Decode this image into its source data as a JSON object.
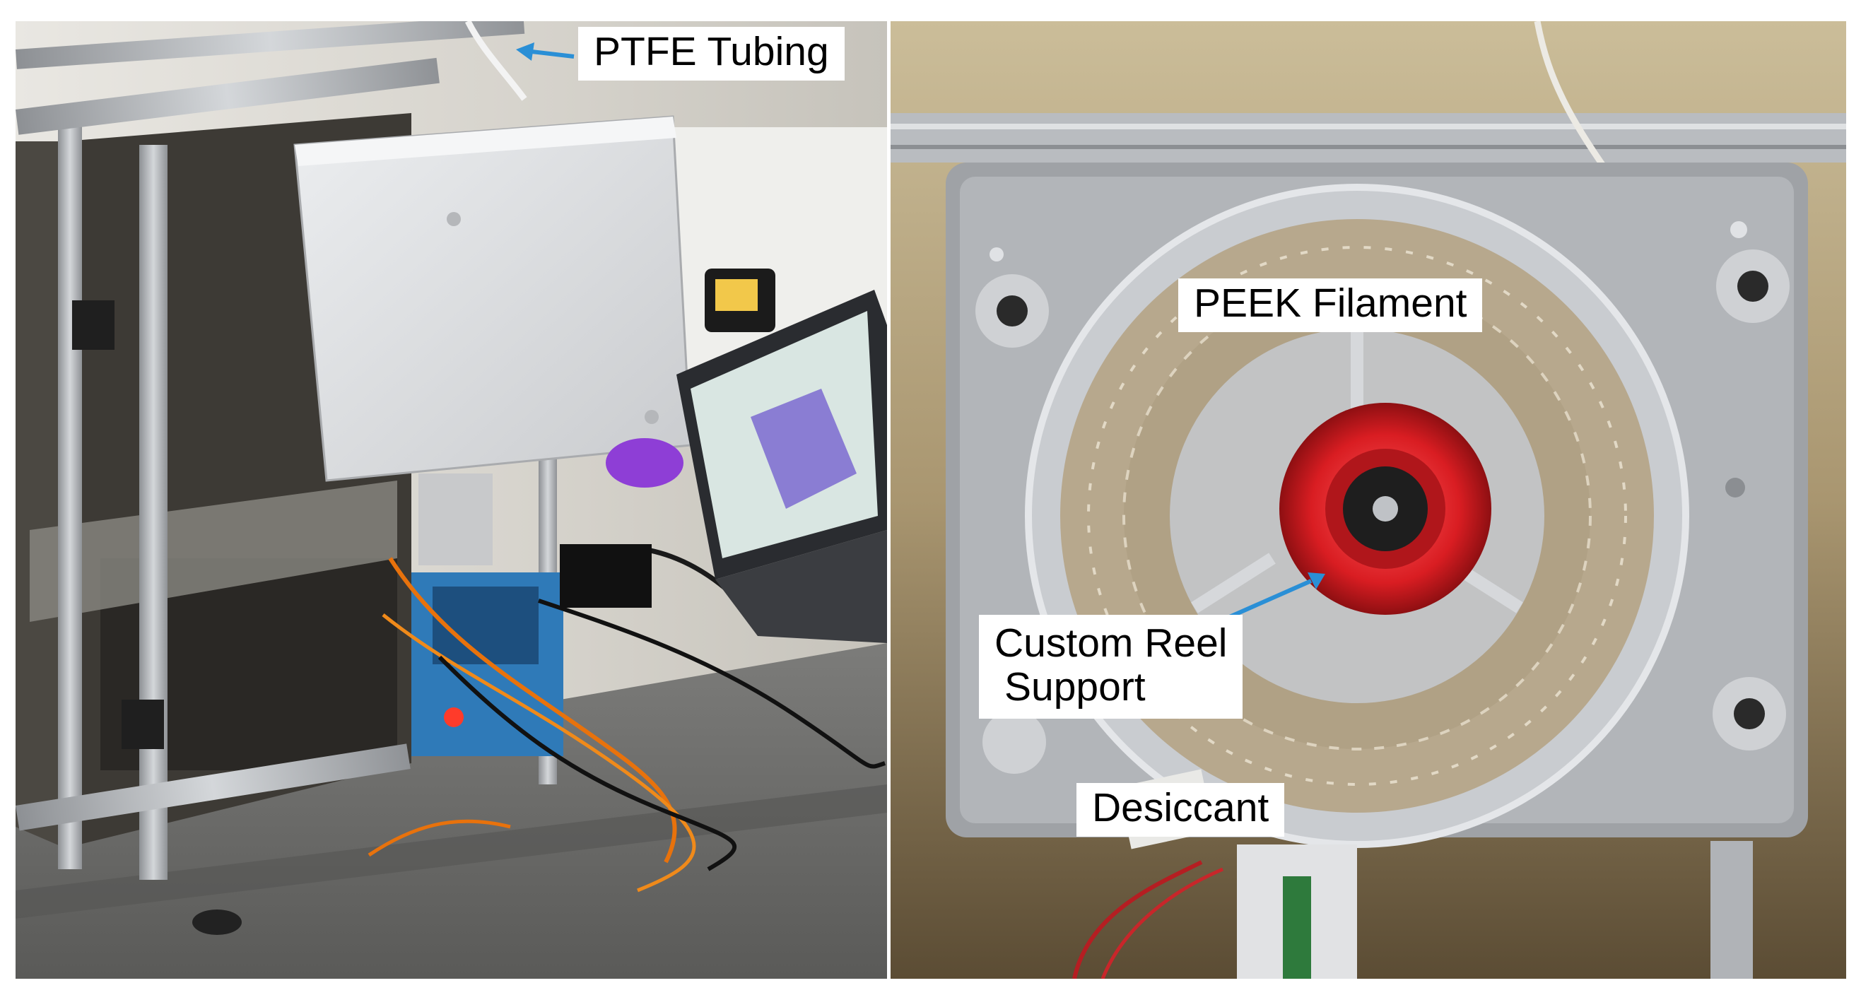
{
  "labels": {
    "ptfe": "PTFE Tubing",
    "peek": "PEEK Filament",
    "reel_line1": "Custom Reel",
    "reel_line2": "Support",
    "desiccant": "Desiccant"
  },
  "colors": {
    "arrow": "#2a8fd6",
    "frame_aluminium": "#b9bcc0",
    "enclosure_box": "#dcdde0",
    "filament_peek": "#b7a88d",
    "reel_hub_red": "#d91d22",
    "dry_box_grey": "#9fa2a6",
    "bench_grey": "#6e6e6c"
  }
}
